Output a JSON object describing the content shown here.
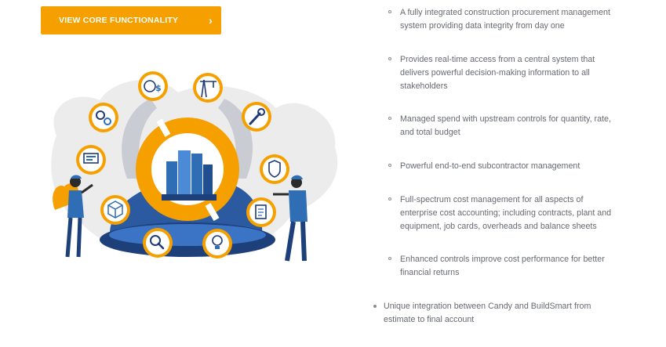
{
  "cta": {
    "label": "VIEW CORE FUNCTIONALITY",
    "chevron": "›"
  },
  "colors": {
    "accent": "#f6a000",
    "navy": "#1f3b73",
    "blue": "#2f6db5",
    "text": "#666a70"
  },
  "illustration": {
    "icons": [
      "clock-dollar-icon",
      "crane-icon",
      "gears-icon",
      "wrench-icon",
      "monitor-icon",
      "hook-shield-icon",
      "cube-grid-icon",
      "document-icon",
      "magnifier-icon",
      "lightbulb-icon"
    ]
  },
  "sub_items": [
    "A fully integrated construction procurement management system providing data integrity from day one",
    "Provides real-time access from a central system that delivers powerful decision-making information to all stakeholders",
    "Managed spend with upstream controls for quantity, rate, and total budget",
    "Powerful end-to-end subcontractor management",
    "Full-spectrum cost management for all aspects of enterprise cost accounting; including contracts, plant and equipment, job cards, overheads and balance sheets",
    "Enhanced controls improve cost performance for better financial returns"
  ],
  "main_item": "Unique integration between Candy and BuildSmart from estimate to final account"
}
